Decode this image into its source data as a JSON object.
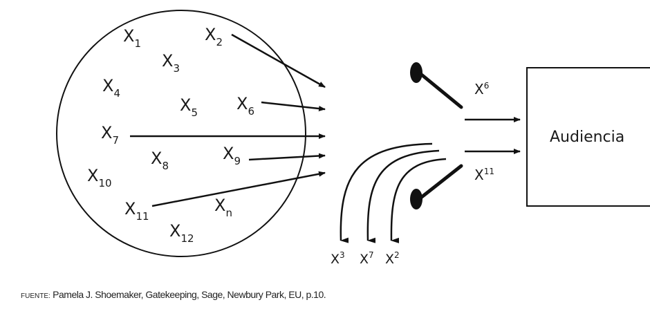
{
  "diagram": {
    "universe_items": [
      {
        "base": "X",
        "sub": "1"
      },
      {
        "base": "X",
        "sub": "2"
      },
      {
        "base": "X",
        "sub": "3"
      },
      {
        "base": "X",
        "sub": "4"
      },
      {
        "base": "X",
        "sub": "5"
      },
      {
        "base": "X",
        "sub": "6"
      },
      {
        "base": "X",
        "sub": "7"
      },
      {
        "base": "X",
        "sub": "8"
      },
      {
        "base": "X",
        "sub": "9"
      },
      {
        "base": "X",
        "sub": "10"
      },
      {
        "base": "X",
        "sub": "11"
      },
      {
        "base": "X",
        "sub": "n"
      },
      {
        "base": "X",
        "sub": "12"
      }
    ],
    "passed_items": [
      {
        "base": "X",
        "sup": "6"
      },
      {
        "base": "X",
        "sup": "11"
      }
    ],
    "rejected_items": [
      {
        "base": "X",
        "sup": "3"
      },
      {
        "base": "X",
        "sup": "7"
      },
      {
        "base": "X",
        "sup": "2"
      }
    ],
    "audience_label": "Audiencia"
  },
  "source": {
    "lead": "FUENTE:",
    "text": "Pamela J. Shoemaker, Gatekeeping, Sage, Newbury Park, EU, p.10."
  }
}
